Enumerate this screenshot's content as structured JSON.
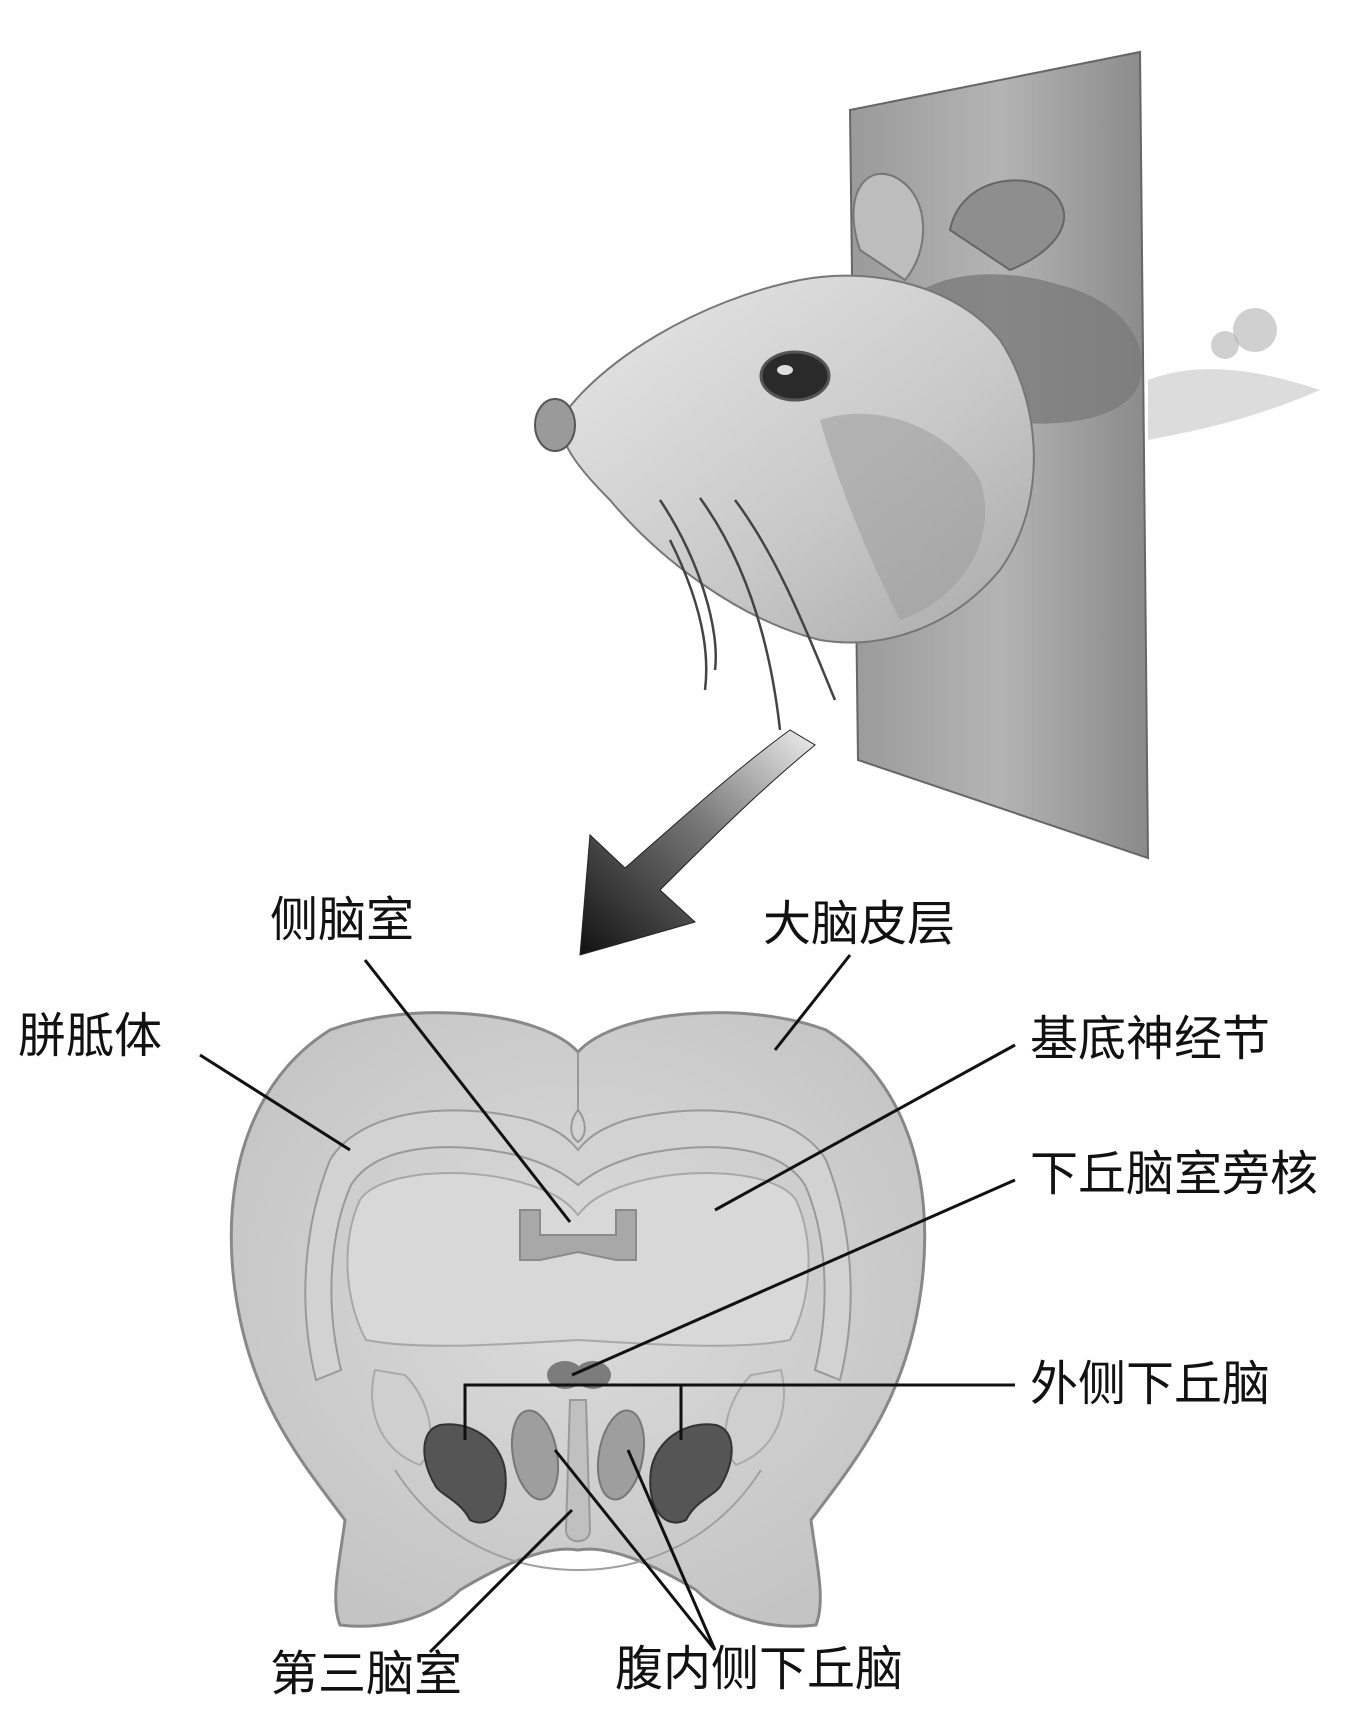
{
  "labels": {
    "lateral_ventricle": "侧脑室",
    "cerebral_cortex": "大脑皮层",
    "corpus_callosum": "胼胝体",
    "basal_ganglia": "基底神经节",
    "paraventricular_nucleus": "下丘脑室旁核",
    "lateral_hypothalamus": "外侧下丘脑",
    "third_ventricle": "第三脑室",
    "ventromedial_hypothalamus": "腹内侧下丘脑"
  }
}
